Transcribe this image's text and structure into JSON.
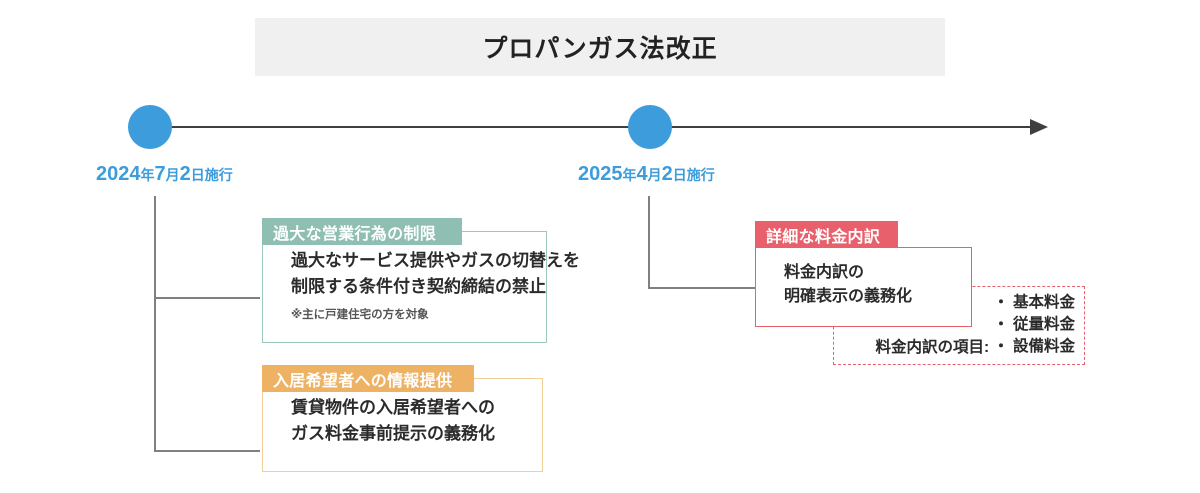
{
  "title": {
    "text": "プロパンガス法改正"
  },
  "timeline": {
    "arrow_icon": "arrow-right-icon",
    "milestones": [
      {
        "id": "milestone-2024",
        "year": "2024",
        "year_unit": "年",
        "month": "7",
        "month_unit": "月",
        "day": "2",
        "day_unit": "日施行"
      },
      {
        "id": "milestone-2025",
        "year": "2025",
        "year_unit": "年",
        "month": "4",
        "month_unit": "月",
        "day": "2",
        "day_unit": "日施行"
      }
    ]
  },
  "cards": [
    {
      "id": "card-excessive-sales",
      "header": "過大な営業行為の制限",
      "lines": [
        "過大なサービス提供やガスの切替えを",
        "制限する条件付き契約締結の禁止"
      ],
      "note": "※主に戸建住宅の方を対象",
      "accent": "#8ebfb2"
    },
    {
      "id": "card-tenant-information",
      "header": "入居希望者への情報提供",
      "lines": [
        "賃貸物件の入居希望者への",
        "ガス料金事前提示の義務化"
      ],
      "note": "",
      "accent": "#eeb264"
    },
    {
      "id": "card-fee-breakdown",
      "header": "詳細な料金内訳",
      "lines": [
        "料金内訳の",
        "明確表示の義務化"
      ],
      "note": "",
      "accent": "#e8606b"
    }
  ],
  "detail_box": {
    "label": "料金内訳の項目:",
    "items": [
      "・ 基本料金",
      "・ 従量料金",
      "・ 設備料金"
    ],
    "border_color": "#e8606b"
  }
}
